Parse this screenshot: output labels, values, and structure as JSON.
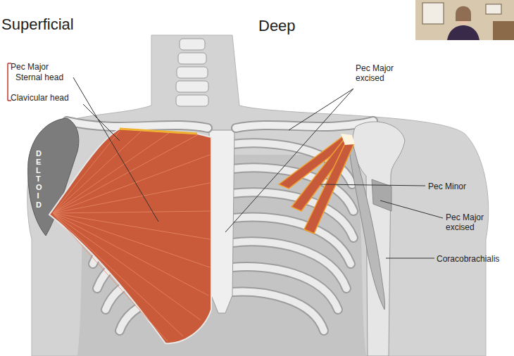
{
  "diagram": {
    "labels": [
      "Superficial",
      "Deep",
      "Pec Major",
      "Sternal head",
      "Clavicular head",
      "DELTOID",
      "Pec Major excised",
      "Pec Minor",
      "Pec Major excised",
      "Coracobrachialis"
    ]
  }
}
